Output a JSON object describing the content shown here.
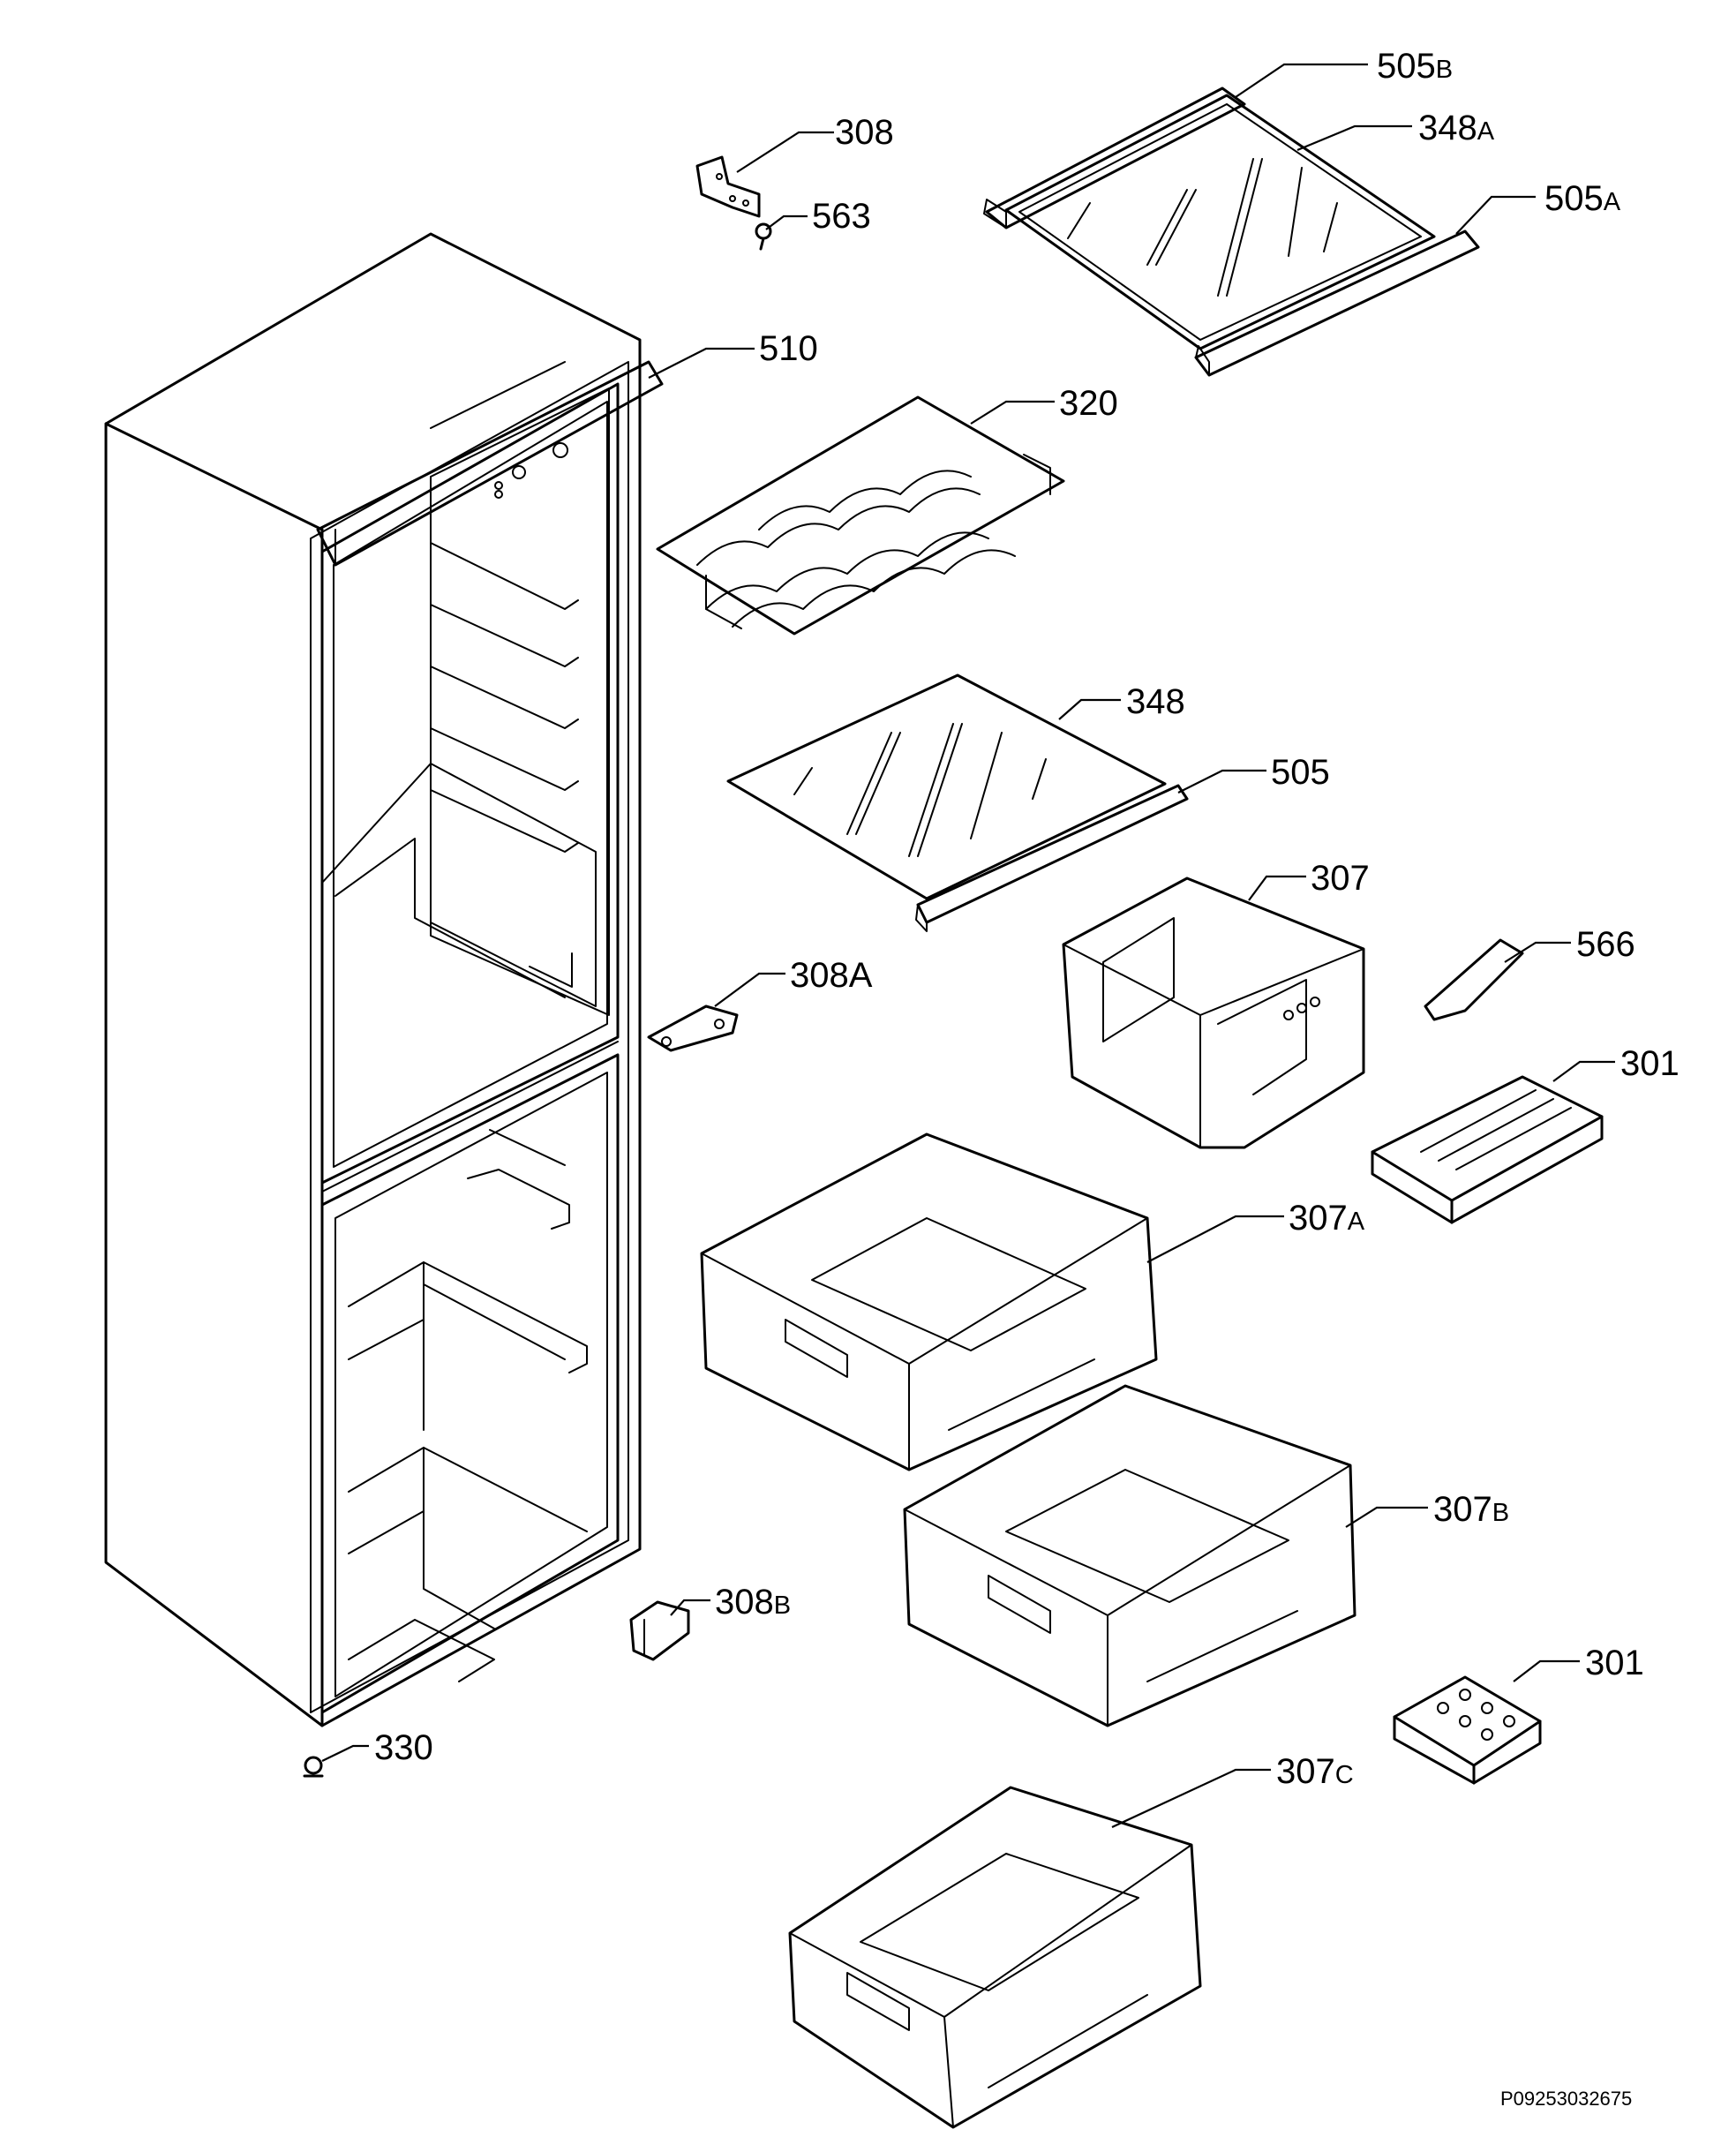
{
  "labels": [
    {
      "id": "308",
      "num": "308",
      "suffix": ""
    },
    {
      "id": "563",
      "num": "563",
      "suffix": ""
    },
    {
      "id": "505B",
      "num": "505",
      "suffix": "B"
    },
    {
      "id": "348A",
      "num": "348",
      "suffix": "A"
    },
    {
      "id": "505A",
      "num": "505",
      "suffix": "A"
    },
    {
      "id": "510",
      "num": "510",
      "suffix": ""
    },
    {
      "id": "320",
      "num": "320",
      "suffix": ""
    },
    {
      "id": "348",
      "num": "348",
      "suffix": ""
    },
    {
      "id": "505",
      "num": "505",
      "suffix": ""
    },
    {
      "id": "307",
      "num": "307",
      "suffix": ""
    },
    {
      "id": "566",
      "num": "566",
      "suffix": ""
    },
    {
      "id": "308A",
      "num": "308A",
      "suffix": ""
    },
    {
      "id": "301-top",
      "num": "301",
      "suffix": ""
    },
    {
      "id": "307A",
      "num": "307",
      "suffix": "A"
    },
    {
      "id": "307B",
      "num": "307",
      "suffix": "B"
    },
    {
      "id": "308B",
      "num": "308",
      "suffix": "B"
    },
    {
      "id": "301-bottom",
      "num": "301",
      "suffix": ""
    },
    {
      "id": "330",
      "num": "330",
      "suffix": ""
    },
    {
      "id": "307C",
      "num": "307",
      "suffix": "C"
    }
  ],
  "footer": {
    "code": "P09253032675"
  }
}
